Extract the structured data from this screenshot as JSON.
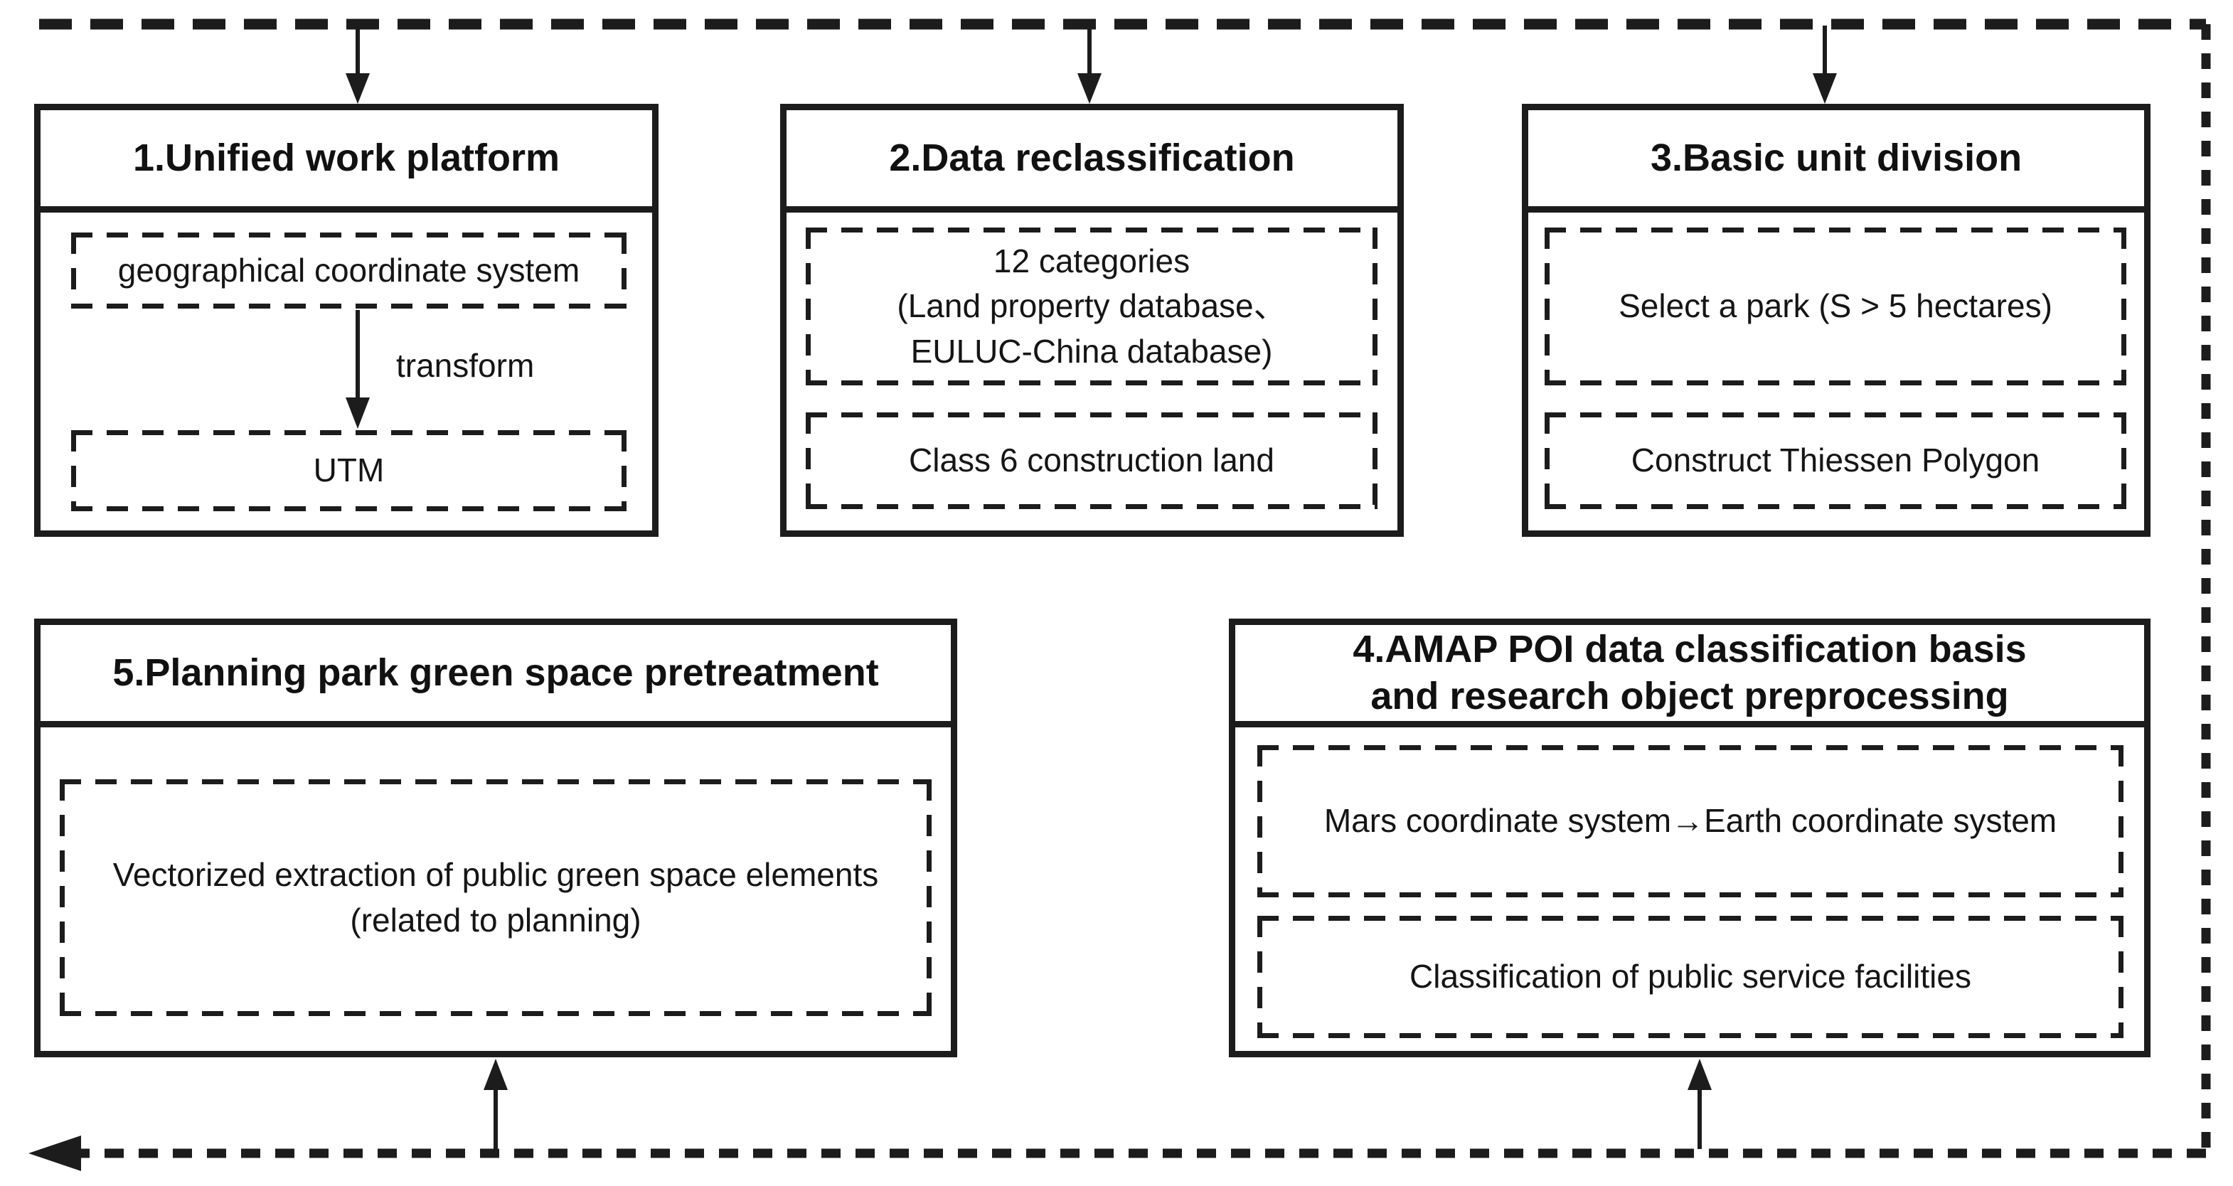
{
  "colors": {
    "line": "#1c1c1c",
    "background": "#ffffff",
    "text": "#141414"
  },
  "panels": {
    "p1": {
      "title": "1.Unified work platform",
      "box_a": "geographical coordinate system",
      "arrow_label": "transform",
      "box_b": "UTM"
    },
    "p2": {
      "title": "2.Data reclassification",
      "box_a": [
        "12 categories",
        "(Land property database、",
        "EULUC-China database)"
      ],
      "box_b": "Class 6 construction land"
    },
    "p3": {
      "title": "3.Basic unit division",
      "box_a": "Select a park (S > 5 hectares)",
      "box_b": "Construct Thiessen Polygon"
    },
    "p4": {
      "title": [
        "4.AMAP POI data classification basis",
        "and research object preprocessing"
      ],
      "box_a": "Mars coordinate system→Earth coordinate system",
      "box_b": "Classification of public service facilities"
    },
    "p5": {
      "title": "5.Planning park green space pretreatment",
      "box_a": [
        "Vectorized extraction of public green space elements",
        "(related to planning)"
      ]
    }
  }
}
